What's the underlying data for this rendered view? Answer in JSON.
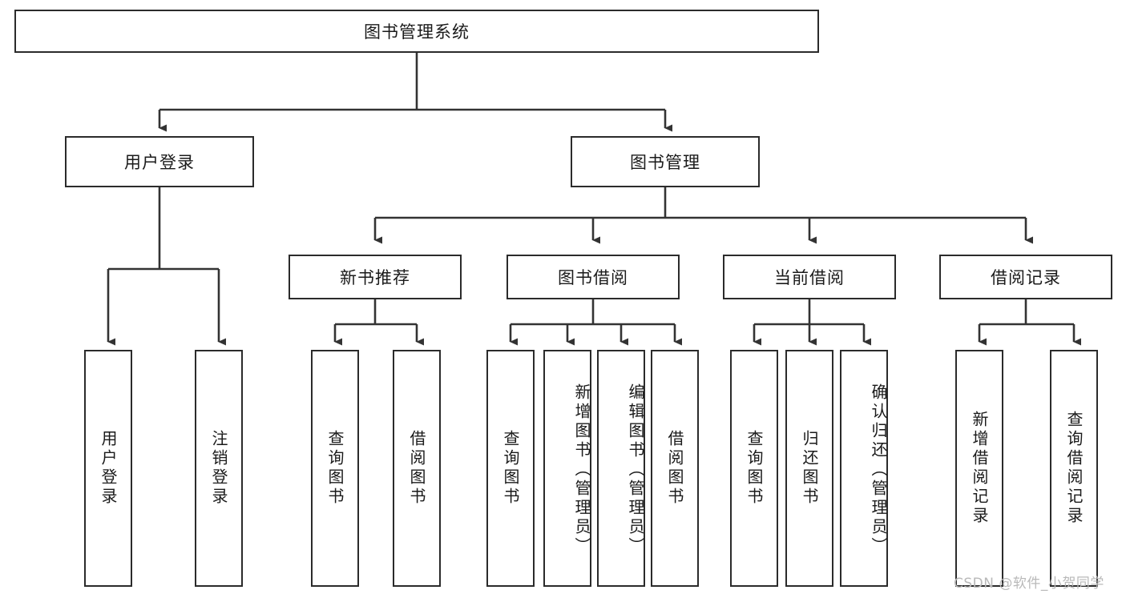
{
  "diagram": {
    "type": "hierarchy-tree",
    "title": "图书管理系统",
    "colors": {
      "box_border": "#2b2b2b",
      "box_fill": "#ffffff",
      "connector": "#333333",
      "text": "#1a1a1a",
      "watermark": "#b9b9b9",
      "background": "#ffffff"
    },
    "root": {
      "label": "图书管理系统"
    },
    "level2": [
      {
        "label": "用户登录"
      },
      {
        "label": "图书管理"
      }
    ],
    "level3": [
      {
        "label": "新书推荐"
      },
      {
        "label": "图书借阅"
      },
      {
        "label": "当前借阅"
      },
      {
        "label": "借阅记录"
      }
    ],
    "leaves": {
      "user_login": [
        {
          "label": "用户登录"
        },
        {
          "label": "注销登录"
        }
      ],
      "new_book_recommend": [
        {
          "label": "查询图书"
        },
        {
          "label": "借阅图书"
        }
      ],
      "book_borrow": [
        {
          "label": "查询图书"
        },
        {
          "label": "新增图书（管理员）"
        },
        {
          "label": "编辑图书（管理员）"
        },
        {
          "label": "借阅图书"
        }
      ],
      "current_borrow": [
        {
          "label": "查询图书"
        },
        {
          "label": "归还图书"
        },
        {
          "label": "确认归还（管理员）"
        }
      ],
      "borrow_record": [
        {
          "label": "新增借阅记录"
        },
        {
          "label": "查询借阅记录"
        }
      ]
    }
  },
  "watermark": {
    "text": "CSDN @软件_小贺同学"
  }
}
